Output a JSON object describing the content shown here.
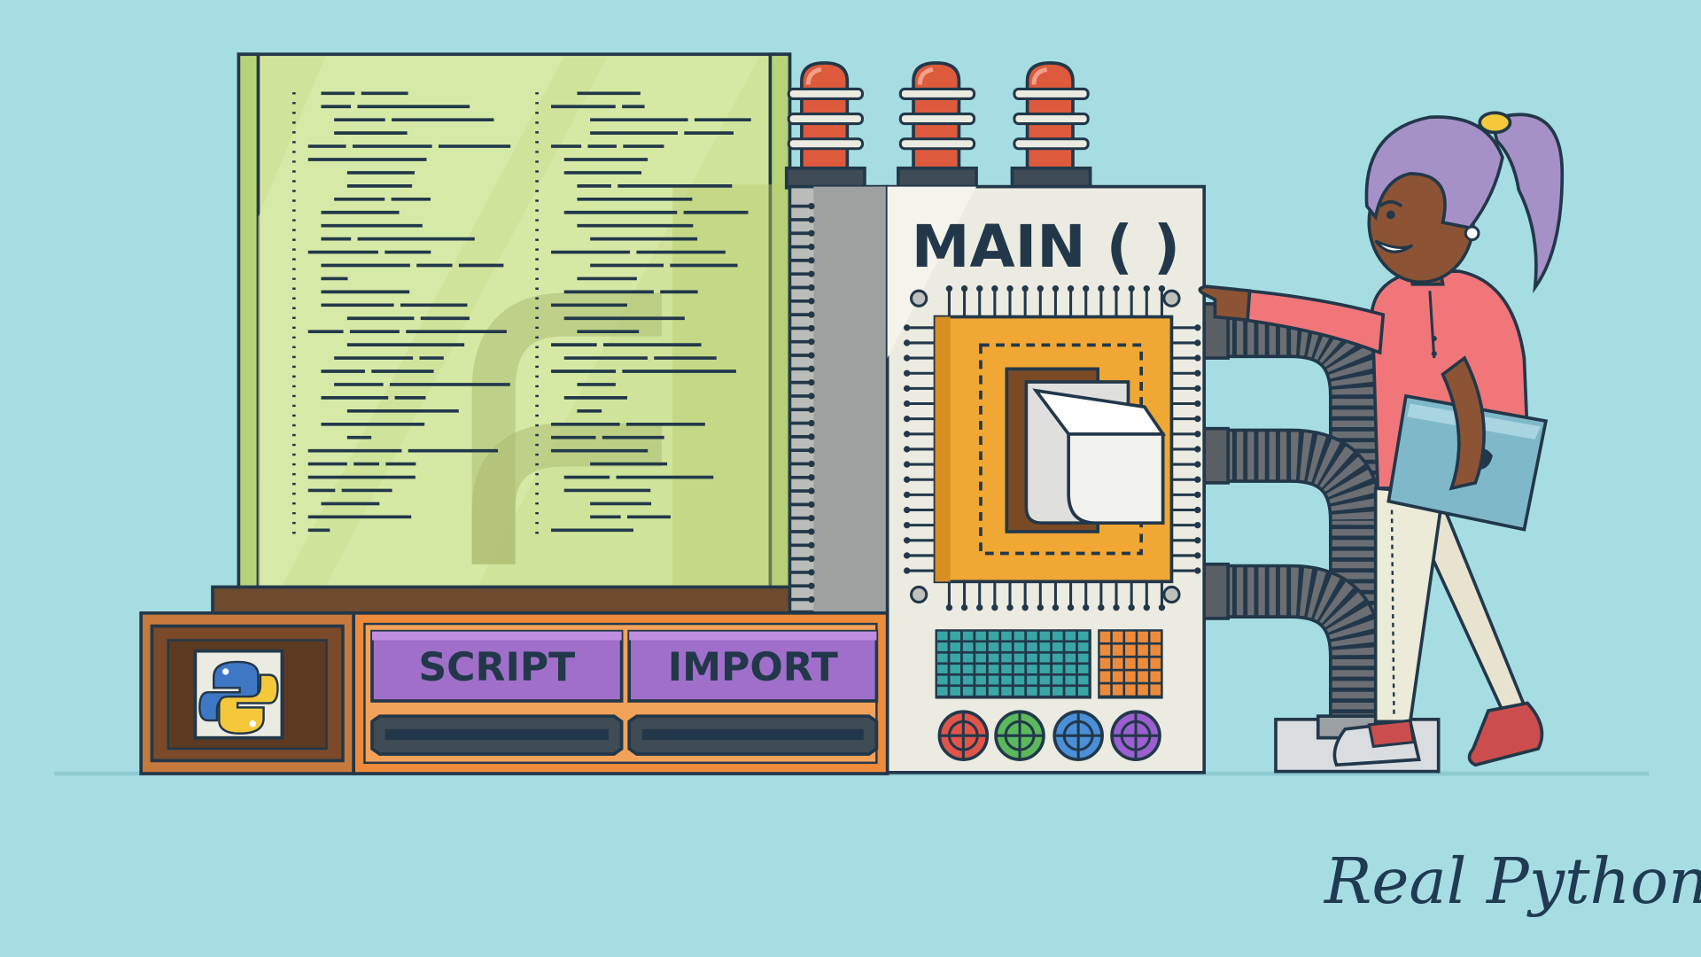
{
  "panel": {
    "title": "MAIN ( )"
  },
  "buttons": {
    "script_label": "SCRIPT",
    "import_label": "IMPORT"
  },
  "branding": {
    "logo_text": "Real Python"
  },
  "colors": {
    "background": "#a6dde3",
    "code_panel": "#cfe49a",
    "machine_panel": "#ecebe1",
    "chip": "#f0a733",
    "button": "#a06fc9",
    "base": "#ee8b3a",
    "outline": "#22384a"
  }
}
